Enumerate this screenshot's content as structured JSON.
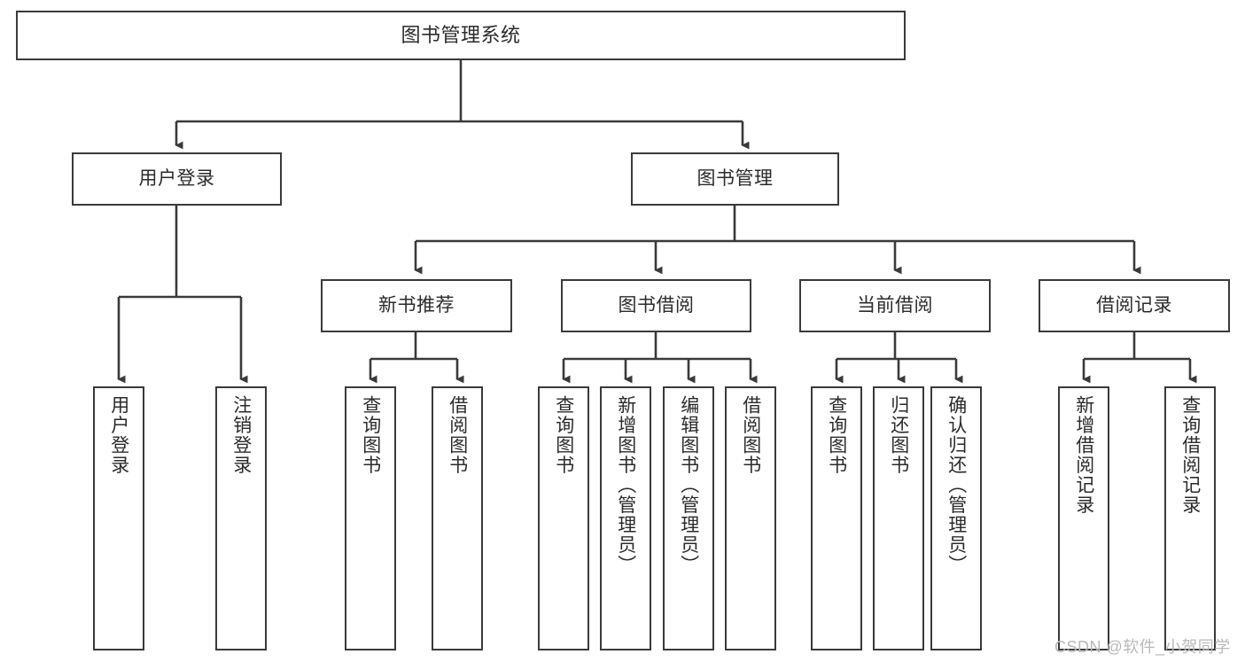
{
  "diagram": {
    "title": "图书管理系统",
    "type": "tree-hierarchy-chart",
    "root": {
      "id": "root",
      "label": "图书管理系统",
      "orientation": "horizontal"
    },
    "level2": [
      {
        "id": "user-login",
        "label": "用户登录",
        "orientation": "horizontal"
      },
      {
        "id": "book-manage",
        "label": "图书管理",
        "orientation": "horizontal"
      }
    ],
    "level3": [
      {
        "id": "new-book-recommend",
        "label": "新书推荐",
        "orientation": "horizontal"
      },
      {
        "id": "book-borrow",
        "label": "图书借阅",
        "orientation": "horizontal"
      },
      {
        "id": "current-borrow",
        "label": "当前借阅",
        "orientation": "horizontal"
      },
      {
        "id": "borrow-record",
        "label": "借阅记录",
        "orientation": "horizontal"
      }
    ],
    "leaves": {
      "user_login": [
        {
          "id": "leaf-user-login",
          "label": "用户登录",
          "orientation": "vertical"
        },
        {
          "id": "leaf-logout-login",
          "label": "注销登录",
          "orientation": "vertical"
        }
      ],
      "new_book_recommend": [
        {
          "id": "leaf-query-book-1",
          "label": "查询图书",
          "orientation": "vertical"
        },
        {
          "id": "leaf-borrow-book-1",
          "label": "借阅图书",
          "orientation": "vertical"
        }
      ],
      "book_borrow": [
        {
          "id": "leaf-query-book-2",
          "label": "查询图书",
          "orientation": "vertical"
        },
        {
          "id": "leaf-add-book-admin",
          "label": "新增图书（管理员）",
          "orientation": "vertical"
        },
        {
          "id": "leaf-edit-book-admin",
          "label": "编辑图书（管理员）",
          "orientation": "vertical"
        },
        {
          "id": "leaf-borrow-book-2",
          "label": "借阅图书",
          "orientation": "vertical"
        }
      ],
      "current_borrow": [
        {
          "id": "leaf-query-book-3",
          "label": "查询图书",
          "orientation": "vertical"
        },
        {
          "id": "leaf-return-book",
          "label": "归还图书",
          "orientation": "vertical"
        },
        {
          "id": "leaf-confirm-return-admin",
          "label": "确认归还（管理员）",
          "orientation": "vertical"
        }
      ],
      "borrow_record": [
        {
          "id": "leaf-add-borrow-record",
          "label": "新增借阅记录",
          "orientation": "vertical"
        },
        {
          "id": "leaf-query-borrow-record",
          "label": "查询借阅记录",
          "orientation": "vertical"
        }
      ]
    },
    "colors": {
      "stroke": "#3a3a3a",
      "text": "#2b2b2b",
      "background": "#ffffff",
      "watermark": "#b9b9b9"
    }
  },
  "watermark": {
    "text": "CSDN @软件_小贺同学"
  }
}
